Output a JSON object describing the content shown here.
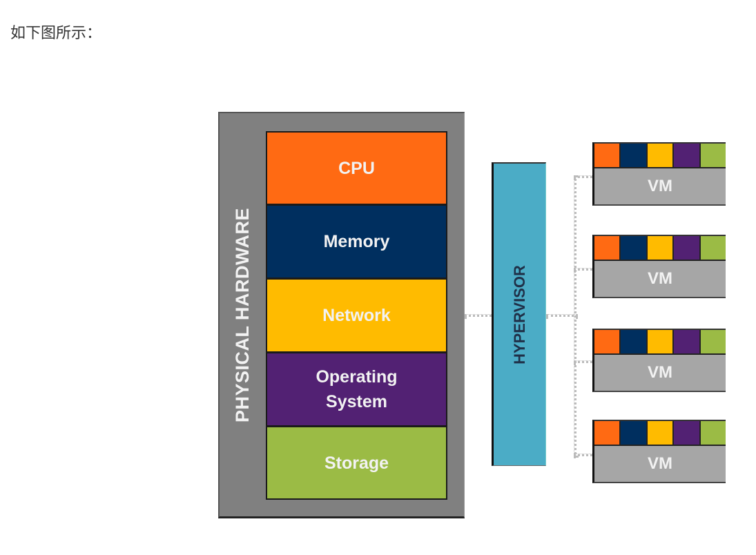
{
  "intro_text": "如下图所示：",
  "diagram": {
    "physical_hardware": {
      "label": "PHYSICAL HARDWARE",
      "frame_color": "#808080",
      "components": [
        {
          "label": "CPU",
          "color": "#ff6a13"
        },
        {
          "label": "Memory",
          "color": "#002f5f"
        },
        {
          "label": "Network",
          "color": "#ffbb00"
        },
        {
          "label": "Operating\nSystem",
          "color": "#522173"
        },
        {
          "label": "Storage",
          "color": "#9bbb45"
        }
      ]
    },
    "hypervisor": {
      "label": "HYPERVISOR",
      "color": "#4bacc6"
    },
    "vms": [
      {
        "label": "VM"
      },
      {
        "label": "VM"
      },
      {
        "label": "VM"
      },
      {
        "label": "VM"
      }
    ],
    "vm_resource_colors": [
      "#ff6a13",
      "#002f5f",
      "#ffbb00",
      "#522173",
      "#9bbb45"
    ],
    "vm_body_color": "#a6a6a6"
  }
}
